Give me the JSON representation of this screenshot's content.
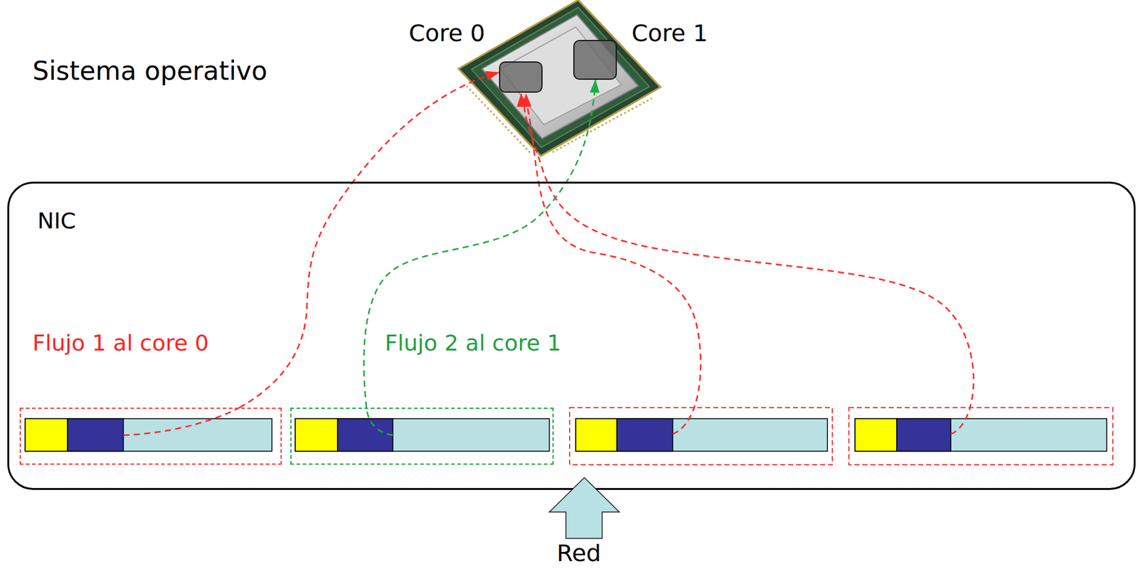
{
  "diagram": {
    "nodes": [
      {
        "text": [
          "Core 0"
        ]
      },
      {
        "text": [
          "Core 1"
        ]
      },
      {
        "text": [
          "NIC"
        ]
      },
      {
        "text": [
          "Flujo 1 al core 0"
        ],
        "in": 2
      },
      {
        "text": [
          "Flujo 2 al core 1"
        ],
        "in": 2
      }
    ],
    "edges": [
      {
        "from": 3,
        "to": 0,
        "arrow": "to"
      },
      {
        "from": 4,
        "to": 1,
        "arrow": "to"
      }
    ],
    "labels": [
      "Sistema operativo",
      "Red"
    ]
  }
}
